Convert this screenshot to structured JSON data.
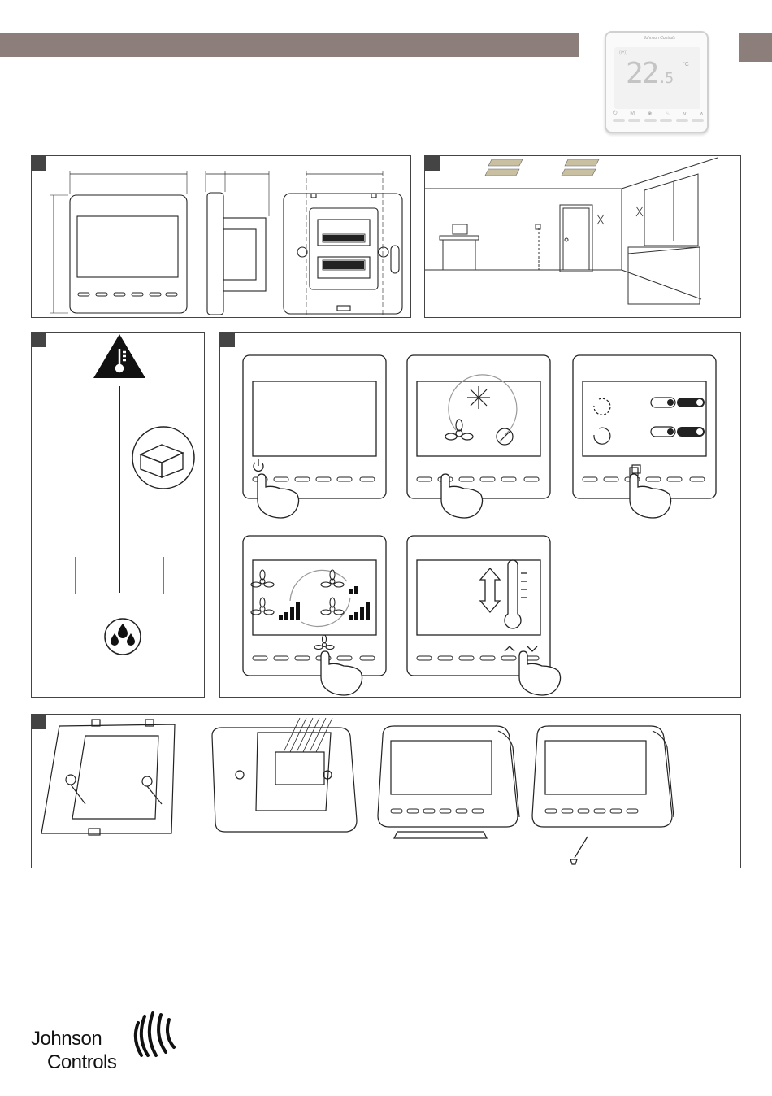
{
  "header": {
    "band_color": "#8c7f7b"
  },
  "thermostat_photo": {
    "brand": "Johnson Controls",
    "temperature": "22",
    "temperature_decimal": ".5",
    "unit": "°C",
    "wifi_label": "((•))",
    "keys": [
      "⏻",
      "M",
      "❀",
      "♨",
      "∨",
      "∧"
    ]
  },
  "panels": {
    "p1": {
      "name": "dimensions"
    },
    "p2": {
      "name": "installation-location"
    },
    "p3": {
      "name": "environment-conditions"
    },
    "p4": {
      "name": "operation"
    },
    "p5": {
      "name": "mounting"
    }
  },
  "logo": {
    "line1": "Johnson",
    "line2": "Controls"
  }
}
